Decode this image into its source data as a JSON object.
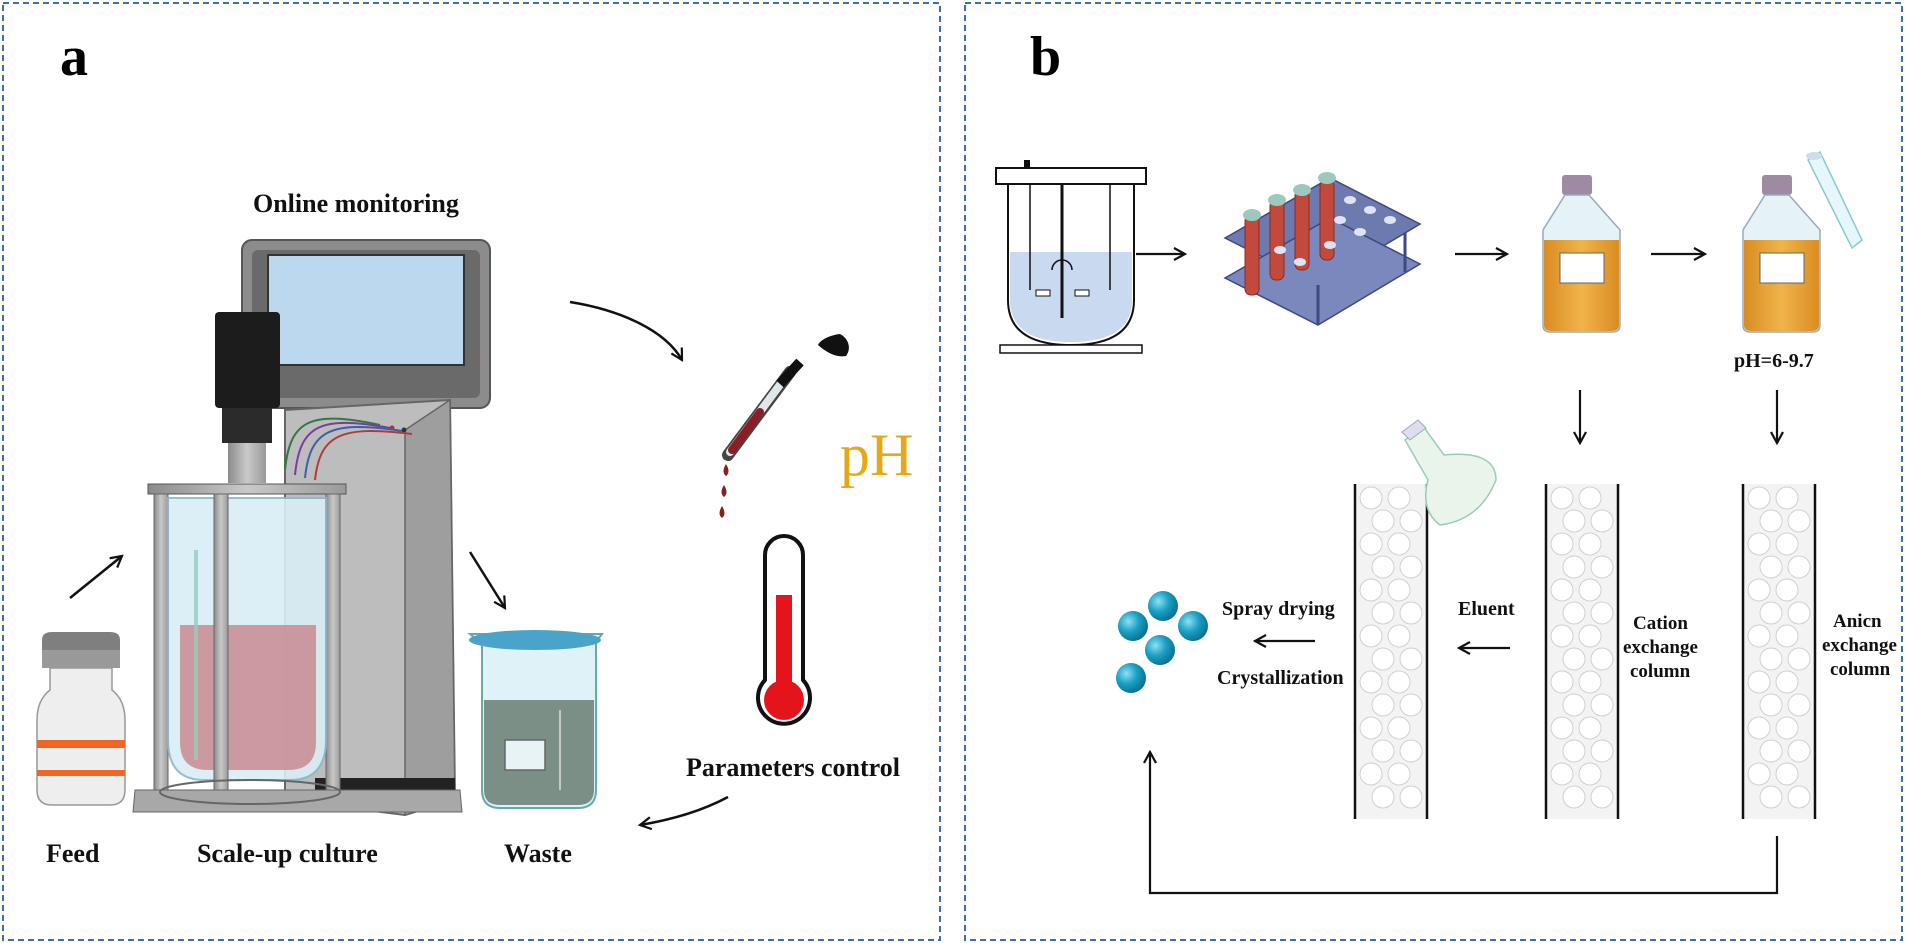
{
  "panel_a": {
    "letter": "a",
    "online_monitoring": "Online monitoring",
    "ph": "pH",
    "parameters_control": "Parameters control",
    "feed": "Feed",
    "scale_up_culture": "Scale-up culture",
    "waste": "Waste"
  },
  "panel_b": {
    "letter": "b",
    "ph_range": "pH=6-9.7",
    "spray_drying": "Spray drying",
    "crystallization": "Crystallization",
    "eluent": "Eluent",
    "cation_1": "Cation",
    "cation_2": "exchange",
    "cation_3": "column",
    "anion_1": "Anicn",
    "anion_2": "exchange",
    "anion_3": "column"
  },
  "colors": {
    "border": "#3b6fb0",
    "ph_text": "#e6a817",
    "culture_red": "#c98a92",
    "bead_blue": "#1aa0c4",
    "bottle_orange": "#e8a33a"
  }
}
